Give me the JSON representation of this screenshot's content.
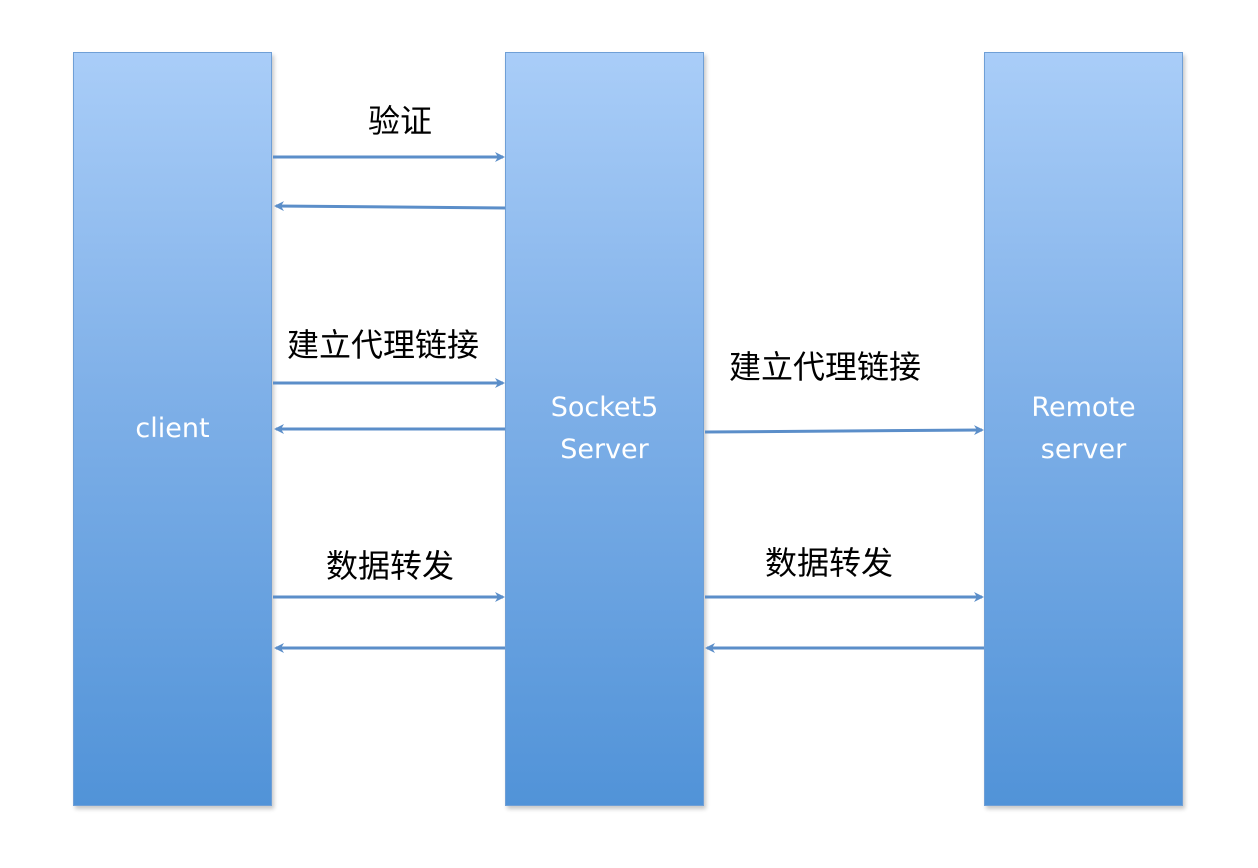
{
  "nodes": {
    "client": {
      "label": "client"
    },
    "socks": {
      "line1": "Socket5",
      "line2": "Server"
    },
    "remote": {
      "line1": "Remote",
      "line2": "server"
    }
  },
  "messages": {
    "verify": "验证",
    "proxy_link_left": "建立代理链接",
    "proxy_link_right": "建立代理链接",
    "forward_left": "数据转发",
    "forward_right": "数据转发"
  },
  "colors": {
    "box_top": "#a9cdf8",
    "box_bottom": "#5193d8",
    "arrow": "#5b8ec9"
  }
}
